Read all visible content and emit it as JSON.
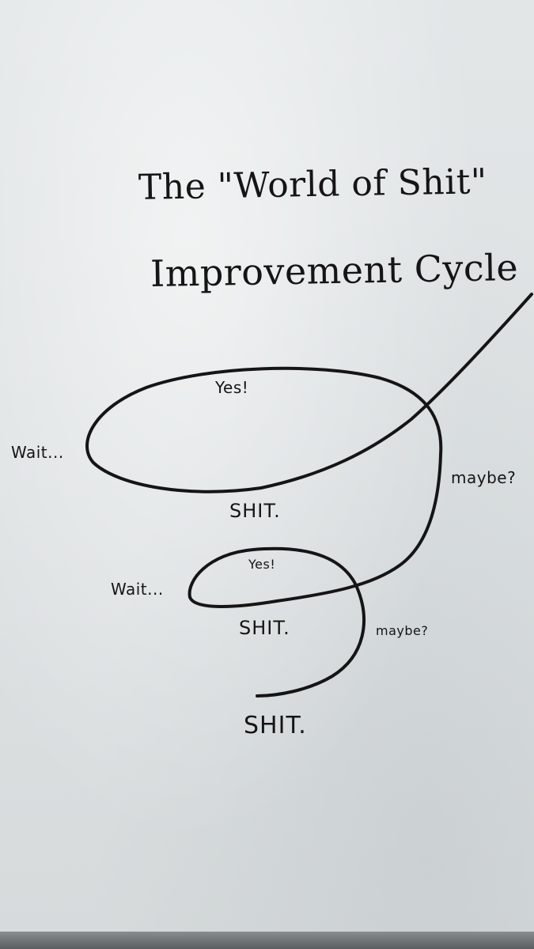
{
  "title": {
    "line1": "The \"World of Shit\"",
    "line2": "Improvement Cycle"
  },
  "spiral_labels": {
    "loop1_top": "Yes!",
    "loop1_left": "Wait...",
    "loop1_right": "maybe?",
    "loop1_bottom": "SHIT.",
    "loop2_top": "Yes!",
    "loop2_left": "Wait...",
    "loop2_right": "maybe?",
    "loop2_bottom": "SHIT.",
    "end": "SHIT."
  },
  "ink_color": "#151515",
  "board_color": "#e0e4e5"
}
